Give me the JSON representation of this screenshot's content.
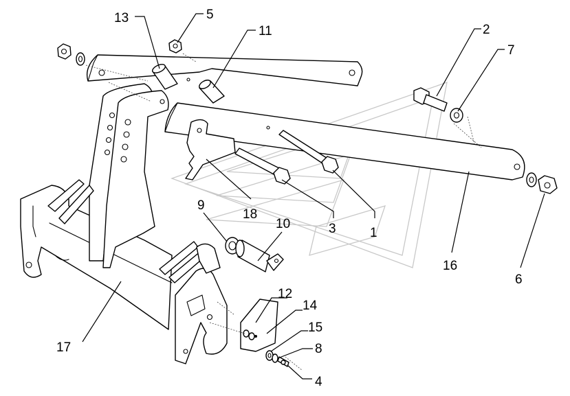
{
  "callouts": {
    "c1": "1",
    "c2": "2",
    "c3": "3",
    "c4": "4",
    "c5": "5",
    "c6": "6",
    "c7": "7",
    "c8": "8",
    "c9": "9",
    "c10": "10",
    "c11": "11",
    "c12": "12",
    "c13": "13",
    "c14": "14",
    "c15": "15",
    "c16": "16",
    "c17": "17",
    "c18": "18"
  },
  "colors": {
    "line": "#000000",
    "background": "#ffffff",
    "watermark": "#c8c8c8"
  }
}
